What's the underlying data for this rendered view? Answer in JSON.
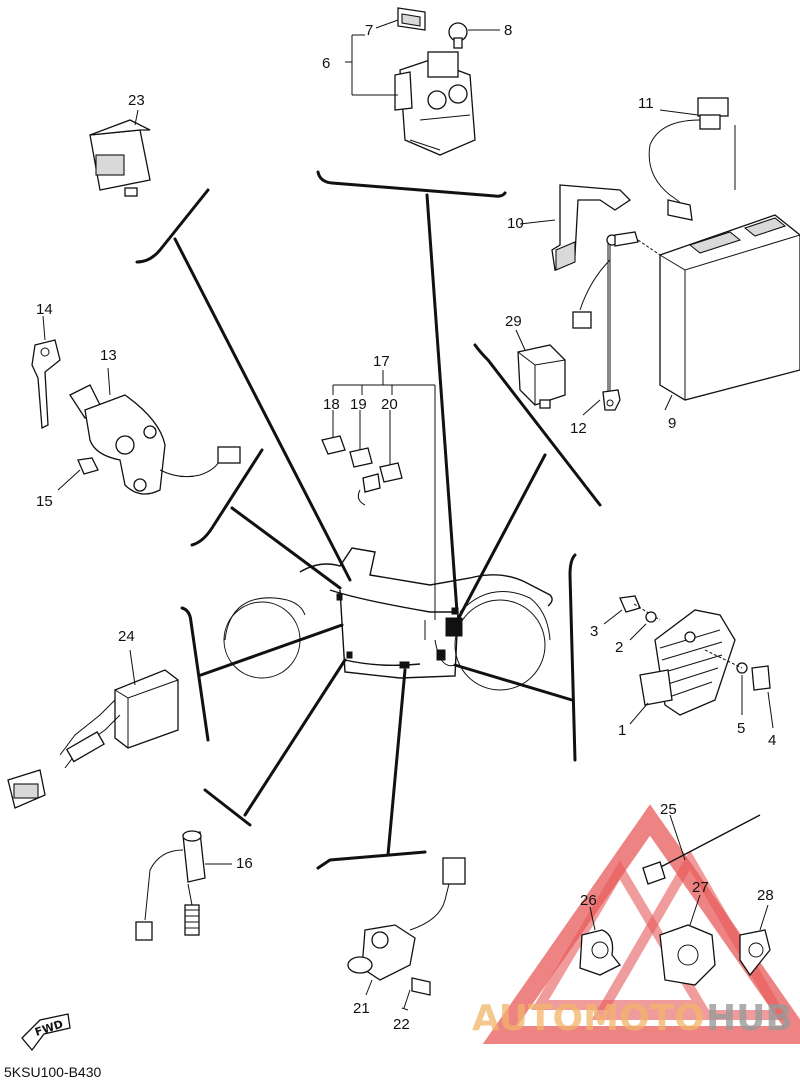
{
  "diagram": {
    "code": "5KSU100-B430",
    "fwd_label": "FWD",
    "watermark": {
      "auto": "AUTOMOTO",
      "hub": "HUB",
      "color_primary": "#e85a5a",
      "color_secondary": "#f2b56a",
      "color_hub": "#9a9a9a"
    },
    "part_numbers": {
      "p1": "1",
      "p2": "2",
      "p3": "3",
      "p4": "4",
      "p5": "5",
      "p6": "6",
      "p7": "7",
      "p8": "8",
      "p9": "9",
      "p10": "10",
      "p11": "11",
      "p12": "12",
      "p13": "13",
      "p14": "14",
      "p15": "15",
      "p16": "16",
      "p17": "17",
      "p18": "18",
      "p19": "19",
      "p20": "20",
      "p21": "21",
      "p22": "22",
      "p23": "23",
      "p24": "24",
      "p25": "25",
      "p26": "26",
      "p27": "27",
      "p28": "28",
      "p29": "29"
    }
  }
}
